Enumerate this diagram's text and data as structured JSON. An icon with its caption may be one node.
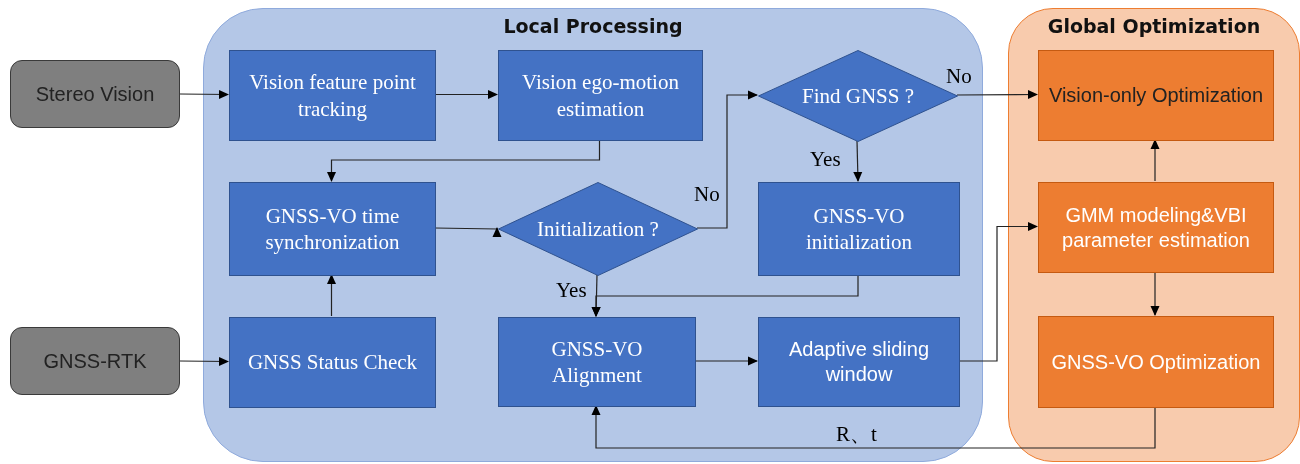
{
  "diagram": {
    "nodes": [
      {
        "text": [
          "Local Processing"
        ]
      },
      {
        "text": [
          "Global Optimization"
        ]
      },
      {
        "text": [
          "Stereo Vision"
        ]
      },
      {
        "text": [
          "GNSS-RTK"
        ]
      },
      {
        "text": [
          "Vision feature point tracking"
        ],
        "in": 0
      },
      {
        "text": [
          "Vision ego-motion estimation"
        ],
        "in": 0
      },
      {
        "text": [
          "Find GNSS ?"
        ],
        "in": 0
      },
      {
        "text": [
          "Vision-only Optimization"
        ],
        "in": 1
      },
      {
        "text": [
          "GNSS-VO time synchronization"
        ],
        "in": 0
      },
      {
        "text": [
          "Initialization ?"
        ],
        "in": 0
      },
      {
        "text": [
          "GNSS-VO initialization"
        ],
        "in": 0
      },
      {
        "text": [
          "GMM modeling&VBI parameter estimation"
        ],
        "in": 1
      },
      {
        "text": [
          "GNSS Status Check"
        ],
        "in": 0
      },
      {
        "text": [
          "GNSS-VO Alignment"
        ],
        "in": 0
      },
      {
        "text": [
          "Adaptive sliding window"
        ],
        "in": 0
      },
      {
        "text": [
          "GNSS-VO Optimization"
        ],
        "in": 1
      }
    ],
    "edges": [
      {
        "from": 2,
        "to": 4,
        "arrow": "to"
      },
      {
        "from": 4,
        "to": 5,
        "arrow": "to"
      },
      {
        "from": 5,
        "to": 8,
        "arrow": "to"
      },
      {
        "from": 12,
        "to": 8,
        "arrow": "to"
      },
      {
        "from": 8,
        "to": 9,
        "arrow": "to"
      },
      {
        "from": 9,
        "to": 6,
        "arrow": "to",
        "label": "No"
      },
      {
        "from": 6,
        "to": 7,
        "arrow": "to",
        "label": "No"
      },
      {
        "from": 6,
        "to": 10,
        "arrow": "to",
        "label": "Yes"
      },
      {
        "from": 9,
        "to": 13,
        "arrow": "to",
        "label": "Yes"
      },
      {
        "from": 10,
        "to": 13,
        "arrow": "to"
      },
      {
        "from": 3,
        "to": 12,
        "arrow": "to"
      },
      {
        "from": 13,
        "to": 14,
        "arrow": "to"
      },
      {
        "from": 14,
        "to": 11,
        "arrow": "to"
      },
      {
        "from": 11,
        "to": 7,
        "arrow": "to"
      },
      {
        "from": 11,
        "to": 15,
        "arrow": "to"
      },
      {
        "from": 15,
        "to": 13,
        "arrow": "to",
        "label": "R、t"
      }
    ]
  }
}
